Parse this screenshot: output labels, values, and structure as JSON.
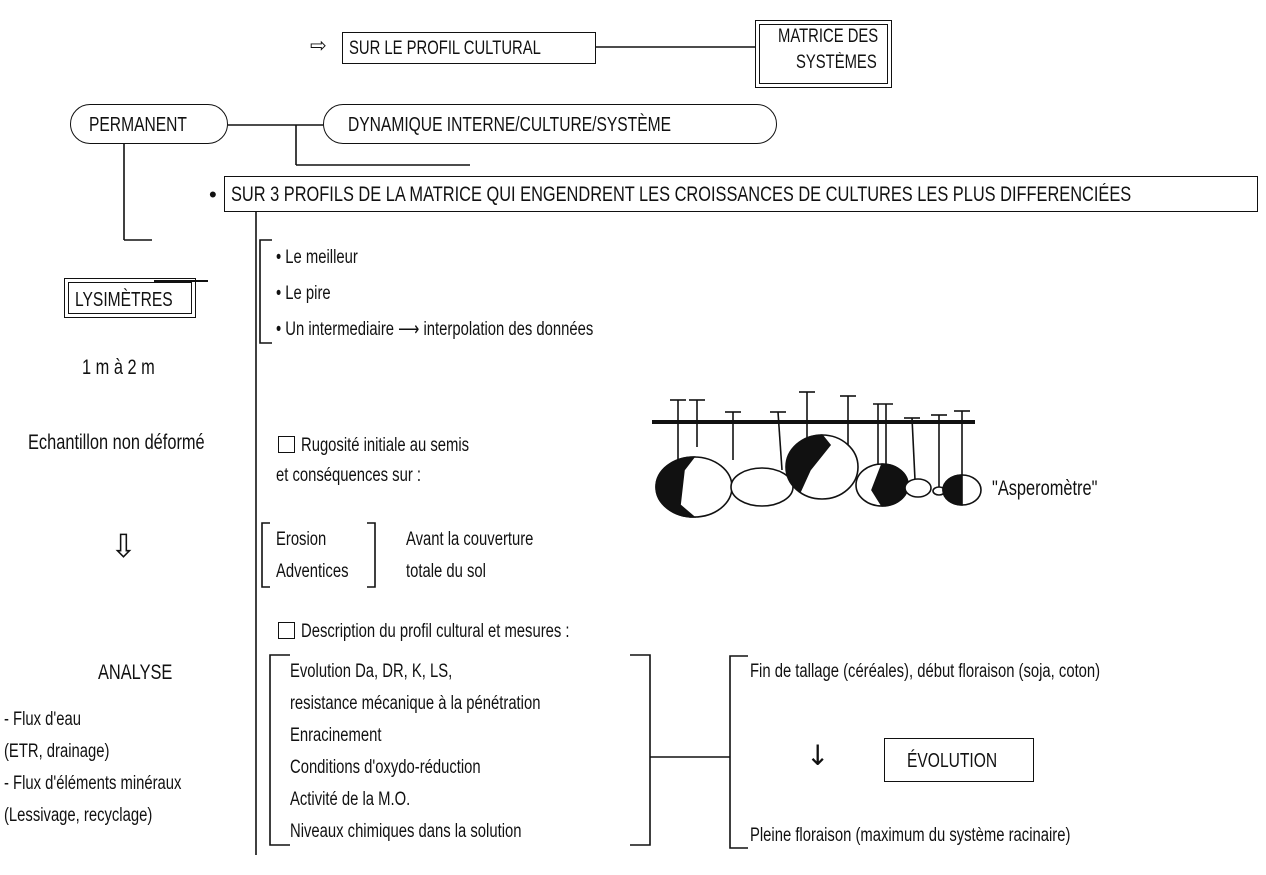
{
  "top": {
    "arrow_glyph": "⇨",
    "profil_cultural": "SUR LE PROFIL CULTURAL",
    "matrice_line1": "MATRICE DES",
    "matrice_line2": "SYSTÈMES"
  },
  "permanent": "PERMANENT",
  "dynamique": "DYNAMIQUE INTERNE/CULTURE/SYSTÈME",
  "trois_profils": "SUR 3 PROFILS DE LA MATRICE QUI ENGENDRENT LES CROISSANCES DE CULTURES LES PLUS DIFFERENCIÉES",
  "profils_list": [
    "• Le meilleur",
    "• Le pire",
    "• Un intermediaire ⟶ interpolation des données"
  ],
  "left": {
    "lysimetres": "LYSIMÈTRES",
    "depth": "1 m à 2 m",
    "echantillon": "Echantillon non déformé",
    "arrow": "⇩",
    "analyse": "ANALYSE",
    "flux1": "- Flux d'eau",
    "flux1b": "(ETR, drainage)",
    "flux2": "- Flux d'éléments minéraux",
    "flux2b": "(Lessivage, recyclage)"
  },
  "rugosite": {
    "line1": "Rugosité initiale au semis",
    "line2": "et conséquences sur :",
    "item1": "Erosion",
    "item2": "Adventices",
    "note1": "Avant la couverture",
    "note2": "totale du sol",
    "asperometre": "\"Asperomètre\""
  },
  "description": {
    "title": "Description du profil cultural et mesures :",
    "items": [
      "Evolution Da, DR, K, LS,",
      "resistance mécanique à la pénétration",
      "Enracinement",
      "Conditions d'oxydo-réduction",
      "Activité de la M.O.",
      "Niveaux chimiques dans la solution"
    ]
  },
  "evolution": {
    "start": "Fin de tallage (céréales), début floraison (soja, coton)",
    "arrow": "↓",
    "label": "ÉVOLUTION",
    "end": "Pleine floraison (maximum du système racinaire)"
  }
}
